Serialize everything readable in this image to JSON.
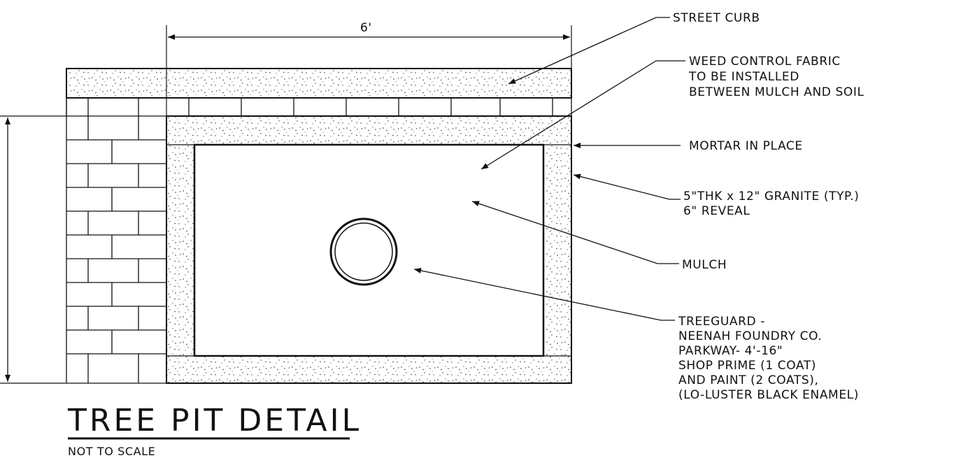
{
  "diagram": {
    "title": "TREE PIT DETAIL",
    "subtitle": "NOT TO SCALE",
    "dimension_label": "6'",
    "labels": {
      "street_curb": [
        "STREET CURB"
      ],
      "weed_fabric": [
        "WEED CONTROL FABRIC",
        "TO BE INSTALLED",
        "BETWEEN MULCH AND SOIL"
      ],
      "mortar": [
        "MORTAR IN PLACE"
      ],
      "granite": [
        "5\"THK x 12\" GRANITE (TYP.)",
        "6\" REVEAL"
      ],
      "mulch": [
        "MULCH"
      ],
      "treeguard": [
        "TREEGUARD -",
        "NEENAH FOUNDRY CO.",
        "PARKWAY- 4'-16\"",
        "SHOP PRIME (1 COAT)",
        "AND PAINT (2 COATS),",
        "(LO-LUSTER BLACK ENAMEL)"
      ]
    },
    "colors": {
      "ink": "#111111",
      "paper": "#ffffff"
    }
  }
}
